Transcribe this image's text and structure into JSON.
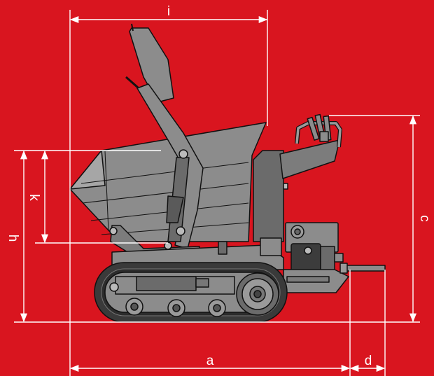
{
  "colors": {
    "background": "#d9151f",
    "machine_body": "#8c8c8c",
    "machine_dark": "#5a5a5a",
    "track": "#3a3a3a",
    "outline": "#111111",
    "dimension_line": "#ffffff"
  },
  "dimensions": {
    "i": "i",
    "h": "h",
    "k": "k",
    "c": "c",
    "a": "a",
    "d": "d"
  }
}
